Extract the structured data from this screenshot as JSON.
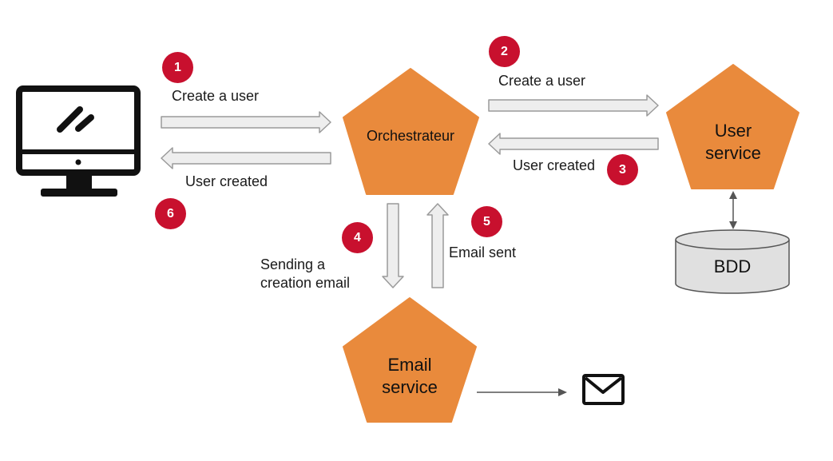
{
  "colors": {
    "node_fill": "#e98a3c",
    "badge_fill": "#c8102e",
    "arrow_fill": "#eeeeee",
    "arrow_stroke": "#9a9a9a",
    "db_fill": "#e0e0e0"
  },
  "nodes": {
    "client": {
      "icon": "desktop-computer-icon"
    },
    "orchestrator": {
      "label": "Orchestrateur"
    },
    "user_service": {
      "label": "User\nservice"
    },
    "email_service": {
      "label": "Email\nservice"
    },
    "database": {
      "label": "BDD"
    },
    "mail": {
      "icon": "envelope-icon"
    }
  },
  "flows": [
    {
      "step": "1",
      "label": "Create a user"
    },
    {
      "step": "2",
      "label": "Create a user"
    },
    {
      "step": "3",
      "label": "User created"
    },
    {
      "step": "4",
      "label": "Sending a\ncreation email"
    },
    {
      "step": "5",
      "label": "Email sent"
    },
    {
      "step": "6",
      "label": "User created"
    }
  ]
}
